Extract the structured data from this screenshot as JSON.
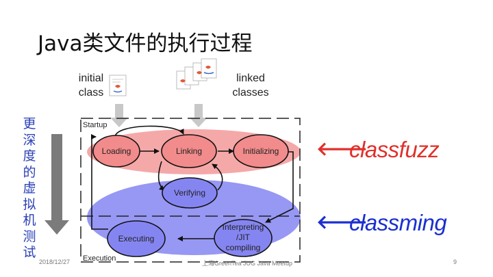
{
  "title": "Java类文件的执行过程",
  "inputs": {
    "initial_line1": "initial",
    "initial_line2": "class",
    "linked_line1": "linked",
    "linked_line2": "classes"
  },
  "stages": {
    "startup": "Startup",
    "execution": "Execution"
  },
  "nodes": {
    "loading": "Loading",
    "linking": "Linking",
    "initializing": "Initializing",
    "verifying": "Verifying",
    "executing": "Executing",
    "interpreting_1": "Interpreting",
    "interpreting_2": "/JIT",
    "interpreting_3": "compiling"
  },
  "side_label": [
    "更",
    "深",
    "度",
    "的",
    "虚",
    "拟",
    "机",
    "测",
    "试"
  ],
  "tools": {
    "classfuzz": "classfuzz",
    "classming": "classming"
  },
  "tool_arrow": "🡐",
  "footer": {
    "date": "2018/12/27",
    "event": "上海GreenTea JUG Java Meetup",
    "page": "9"
  },
  "colors": {
    "startup_fill": "#f28b8b",
    "execution_fill": "#6f6ff0",
    "classfuzz": "#e0302a",
    "classming": "#1b2fd0",
    "side_label": "#2a3fb5"
  },
  "icons": {
    "class_file": "java-class-file-icon"
  }
}
